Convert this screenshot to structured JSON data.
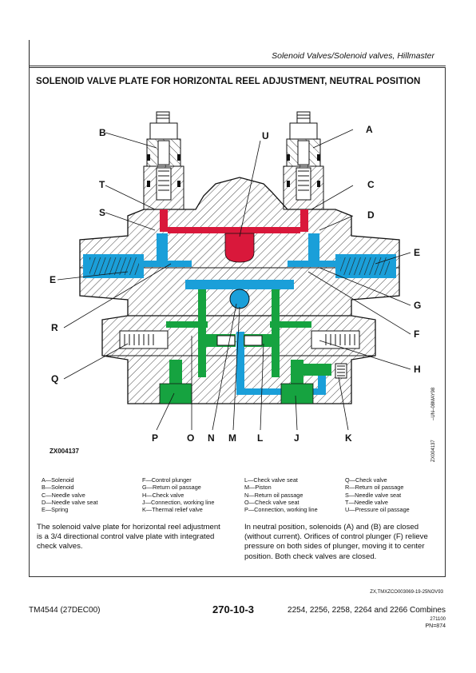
{
  "header": {
    "title": "Solenoid Valves/Solenoid valves, Hillmaster"
  },
  "section_title": "SOLENOID VALVE PLATE FOR HORIZONTAL REEL ADJUSTMENT, NEUTRAL POSITION",
  "figure": {
    "id": "ZX004137",
    "side_code_1": "–UN–08MAY98",
    "side_code_2": "ZX004137",
    "labels": {
      "A": "A",
      "B": "B",
      "C": "C",
      "D": "D",
      "E": "E",
      "F": "F",
      "G": "G",
      "H": "H",
      "J": "J",
      "K": "K",
      "L": "L",
      "M": "M",
      "N": "N",
      "O": "O",
      "P": "P",
      "Q": "Q",
      "R": "R",
      "S": "S",
      "T": "T",
      "U": "U"
    },
    "colors": {
      "pressure": "#d9183b",
      "return": "#1a9fd9",
      "working": "#16a340",
      "metal": "#ffffff"
    }
  },
  "legend": {
    "col1": [
      "A—Solenoid",
      "B—Solenoid",
      "C—Needle valve",
      "D—Needle valve seat",
      "E—Spring"
    ],
    "col2": [
      "F—Control plunger",
      "G—Return oil passage",
      "H—Check valve",
      "J—Connection, working line",
      "K—Thermal relief valve"
    ],
    "col3": [
      "L—Check valve seat",
      "M—Piston",
      "N—Return oil passage",
      "O—Check valve seat",
      "P—Connection, working line"
    ],
    "col4": [
      "Q—Check valve",
      "R—Return oil passage",
      "S—Needle valve seat",
      "T—Needle valve",
      "U—Pressure oil passage"
    ]
  },
  "paragraphs": {
    "left": [
      "The solenoid valve plate for horizontal reel adjustment",
      "is a 3/4 directional control valve plate with integrated",
      "check valves."
    ],
    "right": [
      "In neutral position, solenoids (A) and (B) are closed",
      "(without current). Orifices of control plunger (F) relieve",
      "pressure on both sides of plunger, moving it to center",
      "position. Both check valves are closed."
    ]
  },
  "reference_code": "ZX,TMXZCO003069-19-25NOV93",
  "footer": {
    "manual": "TM4544 (27DEC00)",
    "page": "270-10-3",
    "models": "2254, 2256, 2258, 2264 and 2266 Combines",
    "code": "271100",
    "pn": "PN=874"
  }
}
